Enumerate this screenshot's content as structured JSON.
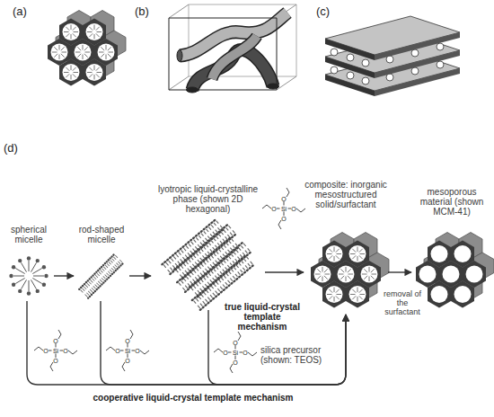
{
  "diagram": {
    "nodes": [
      {
        "text": [
          "spherical micelle"
        ]
      },
      {
        "text": [
          "rod-shaped micelle"
        ]
      },
      {
        "text": [
          "lyotropic liquid-crystalline phase (shown 2D hexagonal)"
        ]
      },
      {
        "text": [
          "composite: inorganic mesostructured solid/surfactant"
        ]
      },
      {
        "text": [
          "mesoporous material (shown MCM-41)"
        ]
      }
    ],
    "edges": [
      {
        "from": 0,
        "to": 1,
        "arrow": "to"
      },
      {
        "from": 1,
        "to": 2,
        "arrow": "to"
      },
      {
        "from": 2,
        "to": 3,
        "arrow": "to",
        "label": "true liquid-crystal template mechanism"
      },
      {
        "from": 3,
        "to": 4,
        "arrow": "to",
        "label": "removal of the surfactant"
      },
      {
        "from": 0,
        "to": 3,
        "arrow": "to",
        "label": "cooperative liquid-crystal template mechanism"
      },
      {
        "from": 1,
        "to": 3,
        "arrow": "to"
      },
      {
        "from": 2,
        "to": 3,
        "arrow": "to"
      }
    ],
    "labels": [
      "(a)",
      "(b)",
      "(c)",
      "(d)",
      "Si",
      "O",
      "O",
      "O",
      "O",
      "Si",
      "O",
      "O",
      "O",
      "O",
      "Si",
      "O",
      "O",
      "O",
      "O",
      "Si",
      "O",
      "O",
      "O",
      "O",
      "silica precursor (shown: TEOS)"
    ]
  }
}
